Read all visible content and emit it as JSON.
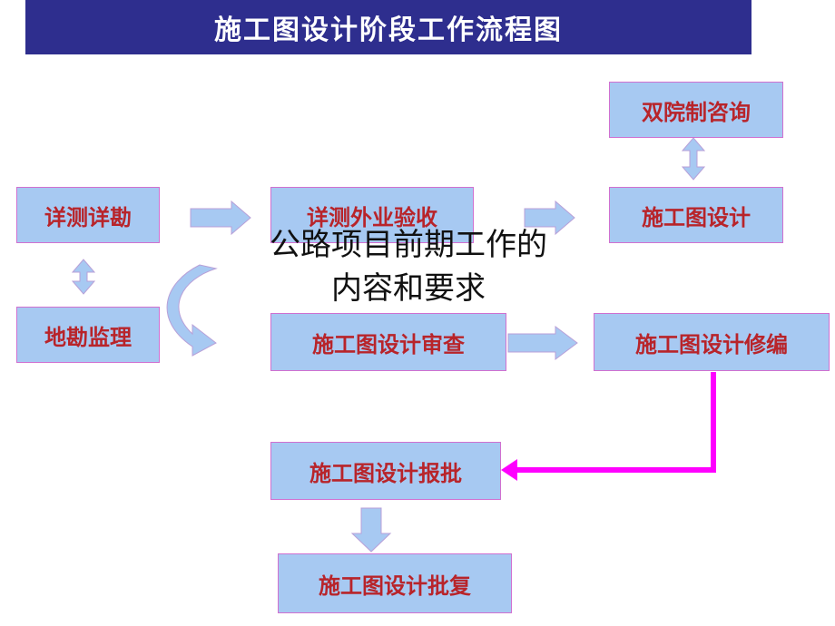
{
  "title": "施工图设计阶段工作流程图",
  "boxes": {
    "survey": "详测详勘",
    "field_acceptance": "详测外业验收",
    "dual_consult": "双院制咨询",
    "design": "施工图设计",
    "geo_supervision": "地勘监理",
    "design_review": "施工图设计审查",
    "design_revision": "施工图设计修编",
    "design_submit": "施工图设计报批",
    "design_approval": "施工图设计批复"
  },
  "overlay": {
    "line1": "公路项目前期工作的",
    "line2": "内容和要求"
  },
  "colors": {
    "title_bg": "#2e2e8e",
    "box_fill": "#a7c9f2",
    "box_text": "#b8242a",
    "arrow_fill": "#a7c9f2",
    "connector": "#ff00ff"
  }
}
